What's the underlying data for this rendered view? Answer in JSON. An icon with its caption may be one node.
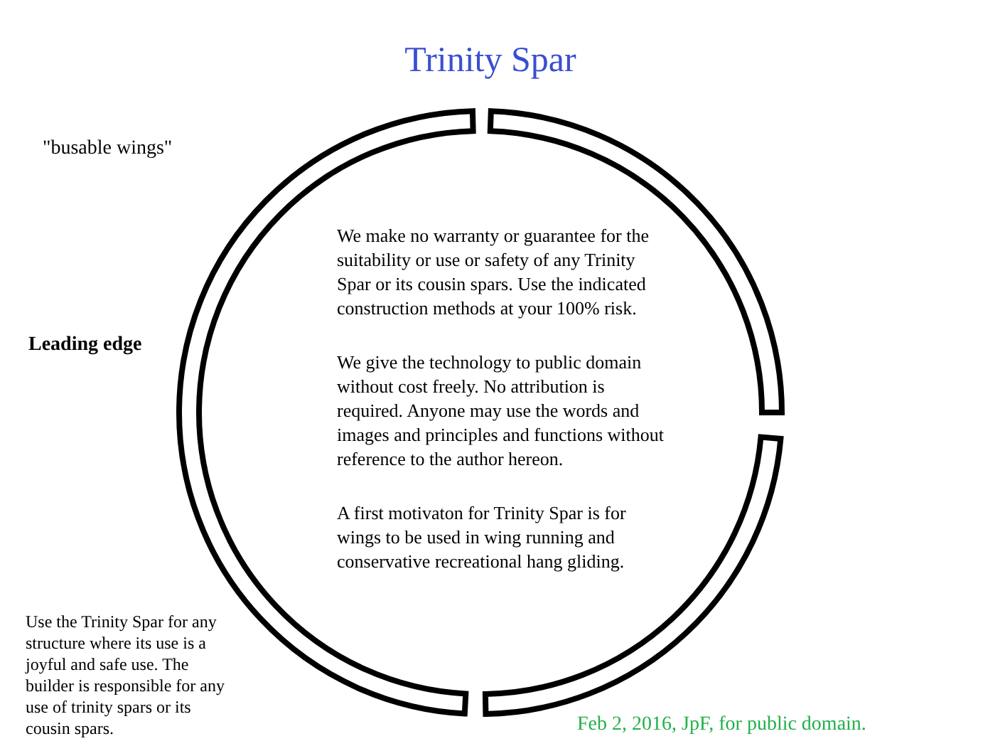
{
  "diagram": {
    "title": "Trinity Spar",
    "labels": [
      "\"busable wings\"",
      "Leading edge",
      "We make no warranty or guarantee for the suitability or use or safety of any Trinity Spar or its cousin spars. Use the indicated construction methods at your 100% risk.",
      "We give the technology to public domain without cost freely. No attribution is required. Anyone may use the words and images and principles and functions without reference to the author hereon.",
      "A first motivaton for Trinity Spar is for wings to be used in wing running and conservative recreational hang gliding.",
      "Use the Trinity Spar for any structure where its use is a joyful and safe use. The builder is responsible for any use of trinity spars or its cousin spars.",
      "Feb 2, 2016, JpF, for public domain."
    ]
  }
}
